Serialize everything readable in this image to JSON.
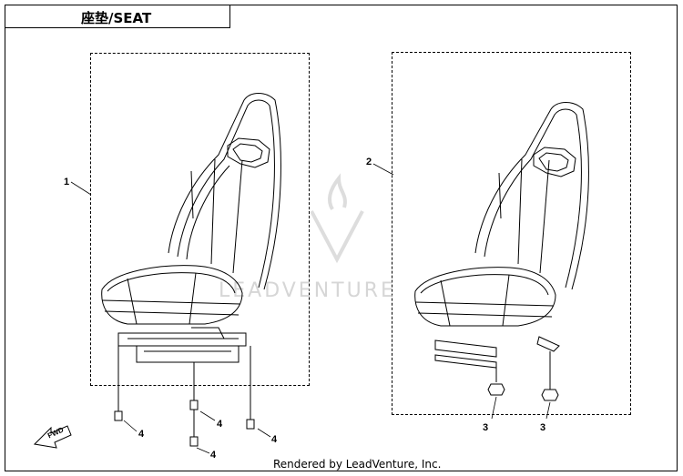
{
  "title": "座垫/SEAT",
  "callouts": {
    "seat_1": "1",
    "seat_2": "2",
    "bolt_a": "4",
    "bolt_b": "4",
    "bolt_c": "4",
    "nut_left": "3",
    "nut_right": "3"
  },
  "fwd_label": "FWD",
  "watermark": "LEADVENTURE",
  "footer": "Rendered by LeadVenture, Inc."
}
